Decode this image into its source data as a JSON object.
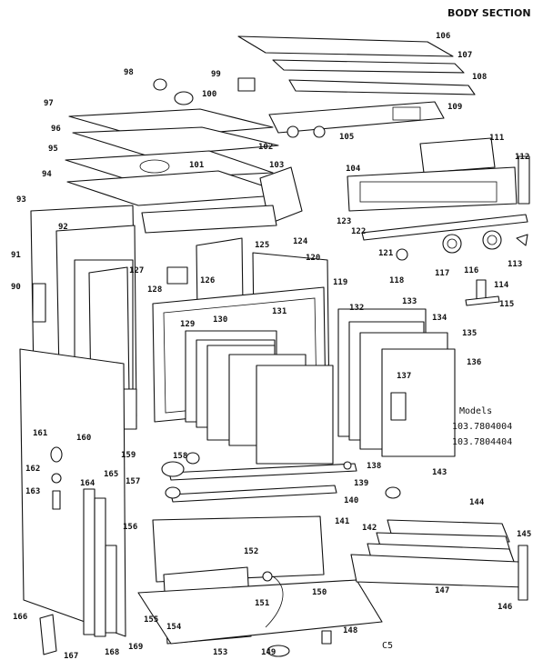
{
  "title": "BODY SECTION",
  "models": {
    "heading": "Models",
    "items": [
      "103.7804004",
      "103.7804404"
    ]
  },
  "code": "C5",
  "parts": [
    "90",
    "91",
    "92",
    "93",
    "94",
    "95",
    "96",
    "97",
    "98",
    "99",
    "100",
    "101",
    "102",
    "103",
    "104",
    "105",
    "106",
    "107",
    "108",
    "109",
    "111",
    "112",
    "113",
    "114",
    "115",
    "116",
    "117",
    "118",
    "119",
    "120",
    "121",
    "122",
    "123",
    "124",
    "125",
    "126",
    "127",
    "128",
    "129",
    "130",
    "131",
    "132",
    "133",
    "134",
    "135",
    "136",
    "137",
    "138",
    "139",
    "140",
    "141",
    "142",
    "143",
    "144",
    "145",
    "146",
    "147",
    "148",
    "149",
    "150",
    "151",
    "152",
    "153",
    "154",
    "155",
    "156",
    "157",
    "158",
    "159",
    "160",
    "161",
    "162",
    "163",
    "164",
    "165",
    "166",
    "167",
    "168",
    "169"
  ]
}
